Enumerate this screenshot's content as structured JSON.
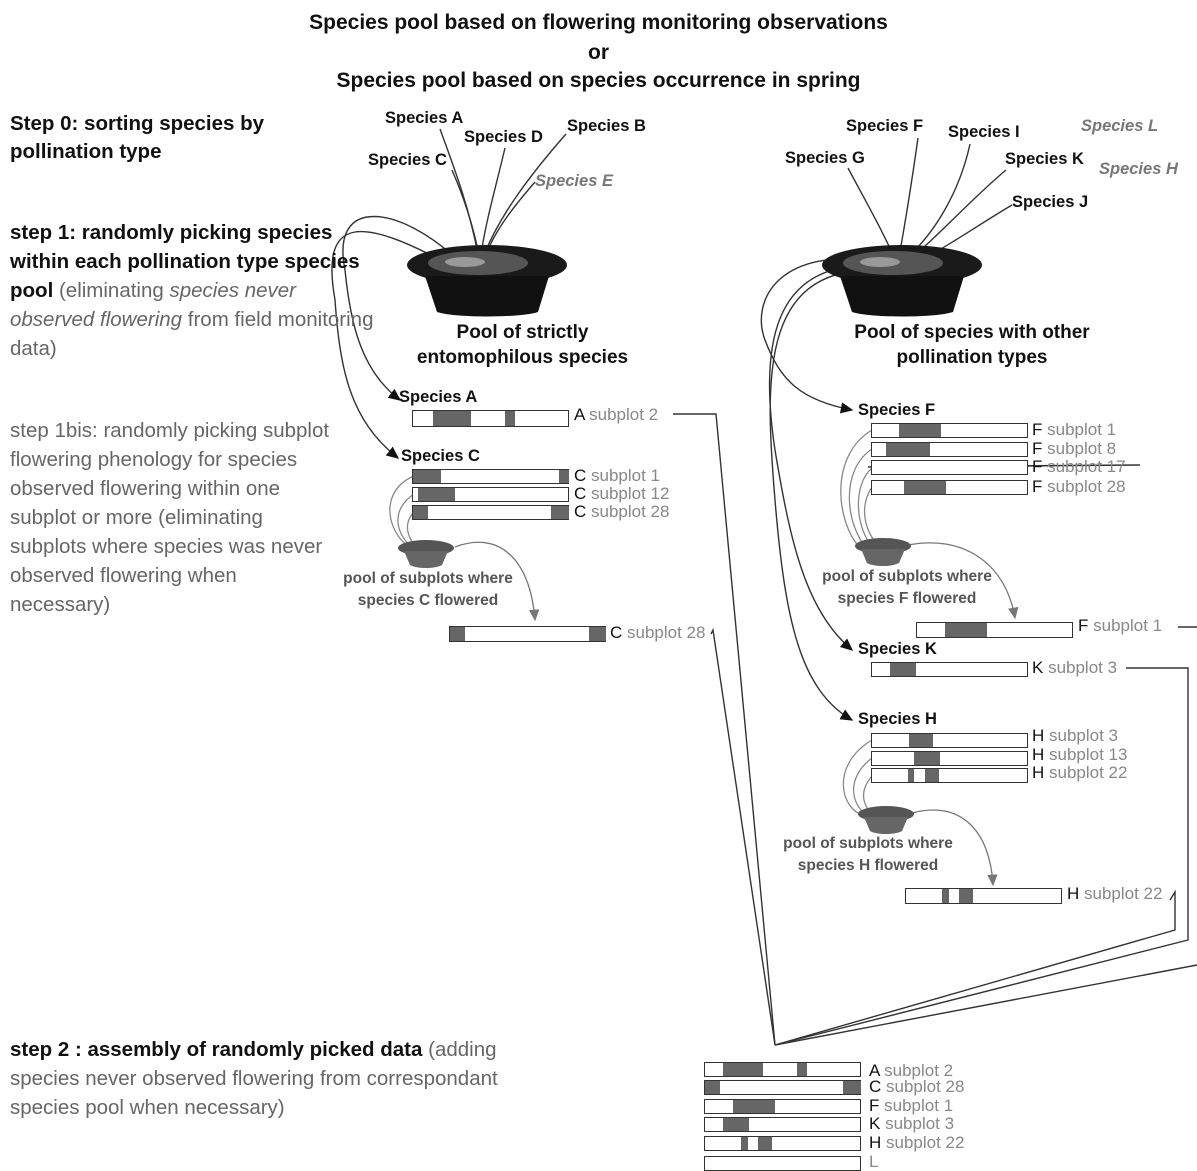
{
  "titles": {
    "line1": "Species pool based on flowering monitoring observations",
    "line2": "or",
    "line3": "Species pool based on species occurrence in spring"
  },
  "steps": {
    "step0": "Step 0: sorting species by pollination type",
    "step1_bold": "step 1: randomly picking species within each pollination type species pool",
    "step1_paren_open": " (eliminating ",
    "step1_italic": "species never observed flowering",
    "step1_paren_close": " from field monitoring data)",
    "step1bis": "step 1bis: randomly picking subplot flowering phenology for species observed flowering within one subplot or more (eliminating subplots where species was never observed flowering when necessary)",
    "step2_bold": "step 2 : assembly of randomly picked data",
    "step2_rest": " (adding species never observed flowering  from correspondant species pool when necessary)"
  },
  "pools": {
    "ento_label": "Pool of strictly entomophilous species",
    "other_label": "Pool of species with other pollination types",
    "ento_species": [
      "Species A",
      "Species D",
      "Species B",
      "Species C",
      "Species E"
    ],
    "other_species": [
      "Species F",
      "Species I",
      "Species L",
      "Species G",
      "Species K",
      "Species H",
      "Species J"
    ]
  },
  "picked": {
    "species_a": "Species A",
    "species_c": "Species C",
    "species_f": "Species F",
    "species_k": "Species K",
    "species_h": "Species H"
  },
  "subplot_pools": {
    "c": "pool of subplots where species C flowered",
    "f": "pool of subplots where species F flowered",
    "h": "pool of subplots where species H flowered"
  },
  "labels": {
    "a2": {
      "k": "A",
      "t": " subplot 2"
    },
    "c1": {
      "k": "C",
      "t": " subplot 1"
    },
    "c12": {
      "k": "C",
      "t": " subplot 12"
    },
    "c28": {
      "k": "C",
      "t": " subplot 28"
    },
    "c28sel": {
      "k": "C",
      "t": " subplot 28"
    },
    "f1": {
      "k": "F",
      "t": " subplot 1"
    },
    "f8": {
      "k": "F",
      "t": " subplot 8"
    },
    "f17": {
      "k": "F",
      "t": " subplot 17"
    },
    "f28": {
      "k": "F",
      "t": " subplot 28"
    },
    "f1sel": {
      "k": "F",
      "t": " subplot 1"
    },
    "k3": {
      "k": "K",
      "t": " subplot 3"
    },
    "h3": {
      "k": "H",
      "t": " subplot 3"
    },
    "h13": {
      "k": "H",
      "t": " subplot 13"
    },
    "h22": {
      "k": "H",
      "t": " subplot 22"
    },
    "h22sel": {
      "k": "H",
      "t": " subplot 22"
    }
  },
  "assembly": [
    {
      "k": "A",
      "t": "subplot 2"
    },
    {
      "k": "C",
      "t": "subplot 28"
    },
    {
      "k": "F",
      "t": "subplot 1"
    },
    {
      "k": "K",
      "t": "subplot 3"
    },
    {
      "k": "H",
      "t": "subplot 22"
    },
    {
      "k": "L",
      "t": ""
    }
  ],
  "colors": {
    "segment": "#666666",
    "text_grey": "#777777",
    "ink": "#111111"
  }
}
